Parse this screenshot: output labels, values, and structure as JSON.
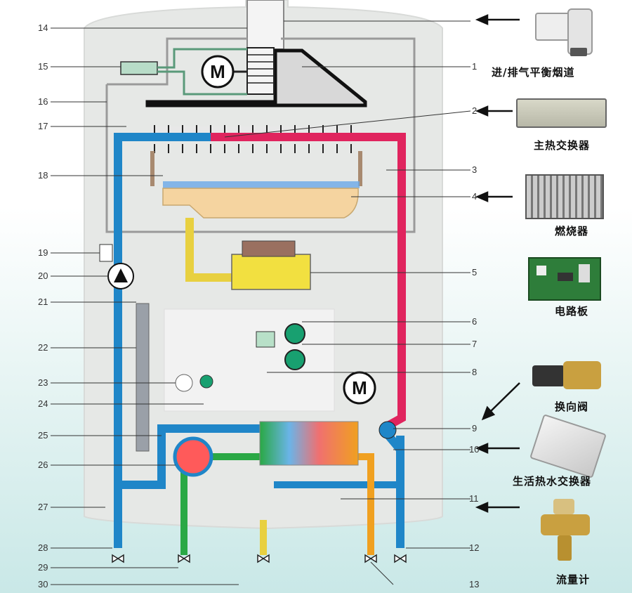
{
  "callouts_left": [
    "14",
    "15",
    "16",
    "17",
    "18",
    "19",
    "20",
    "21",
    "22",
    "23",
    "24",
    "25",
    "26",
    "27",
    "28",
    "29",
    "30"
  ],
  "callouts_right": [
    "1",
    "2",
    "3",
    "4",
    "5",
    "6",
    "7",
    "8",
    "9",
    "10",
    "11",
    "12",
    "13"
  ],
  "component_labels": {
    "flue": "进/排气平衡烟道",
    "main_heat_exchanger": "主热交换器",
    "burner": "燃烧器",
    "circuit_board": "电路板",
    "diverter_valve": "换向阀",
    "dhw_heat_exchanger": "生活热水交换器",
    "flow_meter": "流量计"
  },
  "motor_symbol": "M",
  "colors": {
    "cold": "#1f86c8",
    "hot": "#e0245e",
    "gas": "#e8d040",
    "dhw_cold": "#2aa845",
    "dhw_hot": "#f0a020",
    "casing": "#e6e8e6",
    "number": "#333333"
  },
  "icons": [
    "flue-elbow-icon",
    "heat-exchanger-icon",
    "burner-icon",
    "circuit-board-icon",
    "diverter-valve-icon",
    "plate-exchanger-icon",
    "flow-meter-icon"
  ]
}
